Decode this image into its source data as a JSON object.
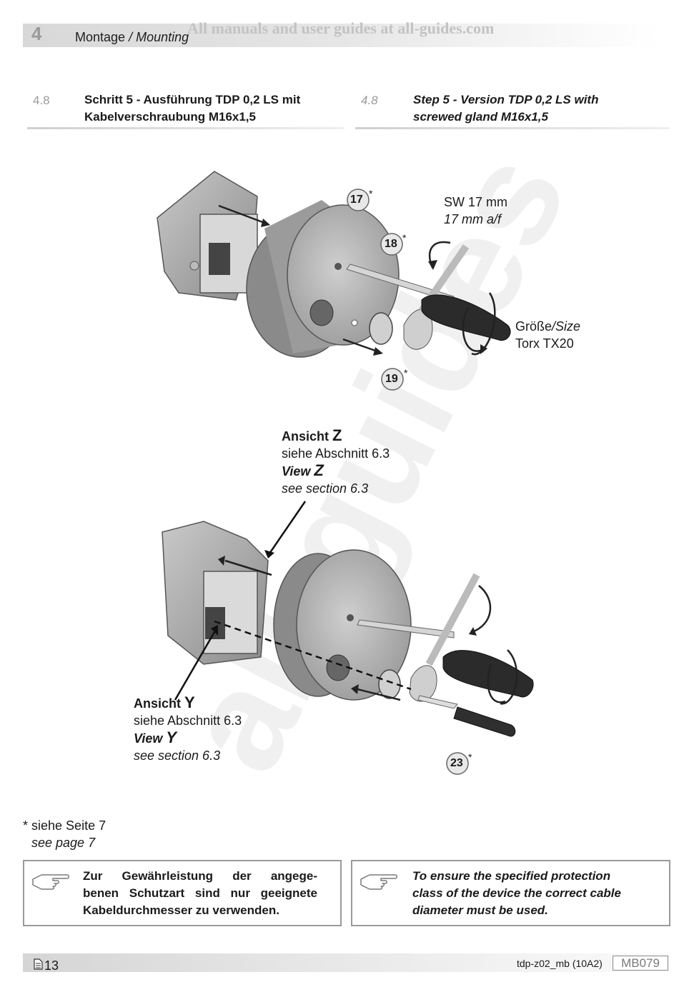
{
  "header": {
    "chapter_number": "4",
    "chapter_title_de": "Montage",
    "chapter_title_sep": " / ",
    "chapter_title_en": "Mounting",
    "watermark_text": "All manuals and user guides at all-guides.com"
  },
  "section": {
    "number_de": "4.8",
    "title_de_line1": "Schritt 5 - Ausführung TDP 0,2 LS mit",
    "title_de_line2": "Kabelverschraubung M16x1,5",
    "number_en": "4.8",
    "title_en_line1": "Step 5 - Version TDP 0,2 LS with",
    "title_en_line2": "screwed gland M16x1,5"
  },
  "figure1": {
    "callouts": [
      {
        "num": "17",
        "mark": "*"
      },
      {
        "num": "18",
        "mark": "*"
      },
      {
        "num": "19",
        "mark": "*"
      }
    ],
    "wrench_label_de": "SW 17 mm",
    "wrench_label_en": "17 mm a/f",
    "driver_label_de": "Größe",
    "driver_label_sep": "/",
    "driver_label_en": "Size",
    "driver_label_line2": "Torx TX20"
  },
  "figure2": {
    "view_z": {
      "title_de": "Ansicht ",
      "letter": "Z",
      "ref_de": "siehe Abschnitt 6.3",
      "title_en": "View ",
      "ref_en": "see section 6.3"
    },
    "view_y": {
      "title_de": "Ansicht ",
      "letter": "Y",
      "ref_de": "siehe Abschnitt 6.3",
      "title_en": "View ",
      "ref_en": "see section 6.3"
    },
    "callouts": [
      {
        "num": "23",
        "mark": "*"
      }
    ]
  },
  "footnote": {
    "mark": "*",
    "text_de": " siehe Seite 7",
    "text_en": "see page 7"
  },
  "notes": {
    "de_lines": [
      "Zur Gewährleistung der angege-",
      "benen Schutzart sind nur geeignete",
      "Kabeldurchmesser zu verwenden."
    ],
    "en_lines": [
      "To ensure the specified protection",
      "class of the device the correct cable",
      "diameter must be used."
    ]
  },
  "footer": {
    "page_number": "13",
    "doc_code": "tdp-z02_mb (10A2)",
    "doc_id": "MB079"
  },
  "watermark_diagonal": "all-guides"
}
